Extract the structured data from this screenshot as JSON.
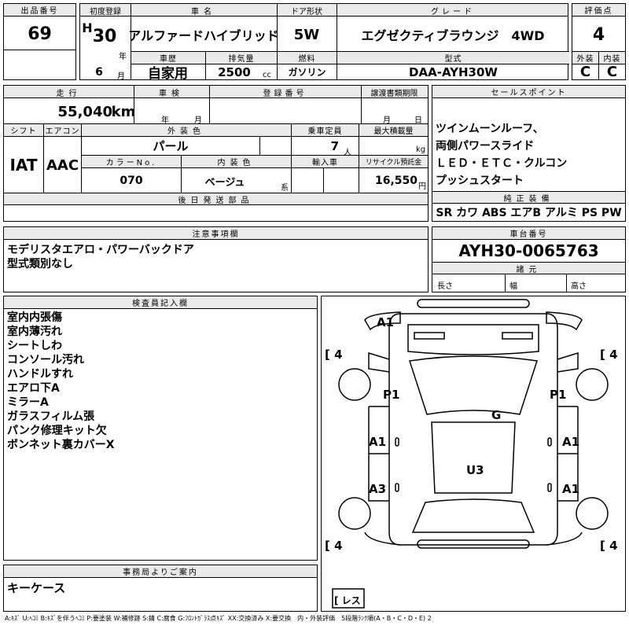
{
  "header": {
    "lot_label": "出品番号",
    "lot": "69",
    "first_reg_label": "初度登録",
    "era": "H",
    "year": "30",
    "year_unit": "年",
    "month": "6",
    "month_unit": "月",
    "car_name_label": "車名",
    "car_name": "アルファードハイブリッド",
    "door_label": "ドア形状",
    "door": "5W",
    "grade_label": "グレード",
    "grade": "エグゼクティブラウンジ　4WD",
    "score_label": "評価点",
    "score": "4",
    "history_label": "車歴",
    "history": "自家用",
    "displacement_label": "排気量",
    "displacement": "2500",
    "displacement_unit": "cc",
    "fuel_label": "燃料",
    "fuel": "ガソリン",
    "model_label": "型式",
    "model": "DAA-AYH30W",
    "exterior_label": "外装",
    "exterior": "C",
    "interior_label": "内装",
    "interior": "C"
  },
  "spec": {
    "mileage_label": "走行",
    "mileage": "55,040",
    "mileage_unit": "km",
    "inspection_label": "車検",
    "year_unit": "年",
    "month_unit": "月",
    "plate_label": "登録番号",
    "transfer_label": "譲渡書類期限",
    "shift_label": "シフト",
    "shift": "IAT",
    "ac_label": "エアコン",
    "ac": "AAC",
    "color_label": "外装色",
    "color": "パール",
    "capacity_label": "乗車定員",
    "capacity": "7",
    "capacity_unit": "人",
    "load_label": "最大積載量",
    "load_unit": "kg",
    "color_no_label": "カラーNo.",
    "color_no": "070",
    "interior_color_label": "内装色",
    "interior_color": "ベージュ",
    "interior_color_unit": "系",
    "import_label": "輸入車",
    "recycle_label": "リサイクル預託金",
    "recycle": "16,550",
    "recycle_unit": "円",
    "later_parts_label": "後日発送部品"
  },
  "sales": {
    "label": "セールスポイント",
    "lines": [
      "ツインムーンルーフ、",
      "両側パワースライド",
      "ＬＥＤ・ＥＴＣ・クルコン",
      "プッシュスタート"
    ],
    "equipment_label": "純正装備",
    "equipment": "SR カワ ABS エアB アルミ PS PW"
  },
  "notes": {
    "label": "注意事項欄",
    "lines": [
      "モデリスタエアロ・パワーバックドア",
      "型式類別なし"
    ]
  },
  "chassis": {
    "label": "車台番号",
    "number": "AYH30-0065763",
    "spec_label": "諸元",
    "length_label": "長さ",
    "width_label": "幅",
    "height_label": "高さ"
  },
  "inspector": {
    "label": "検査員記入欄",
    "lines": [
      "室内内張傷",
      "室内薄汚れ",
      "シートしわ",
      "コンソール汚れ",
      "ハンドルすれ",
      "エアロ下A",
      "ミラーA",
      "ガラスフィルム張",
      "パンク修理キット欠",
      "ボンネット裏カバーX"
    ]
  },
  "office": {
    "label": "事務局よりご案内",
    "text": "キーケース"
  },
  "diagram": {
    "marks": [
      "A1",
      "P1",
      "P1",
      "G",
      "A1",
      "A1",
      "U3",
      "A3",
      "A1"
    ],
    "tires": [
      "[ 4",
      "[ 4",
      "[ 4",
      "[ 4"
    ],
    "spare": "[ レス"
  },
  "legend": "A:ｷｽﾞ U:ﾍｺﾐ B:ｷｽﾞを伴うﾍｺﾐ P:要塗装 W:補修跡 S:錆 C:腐食 G:ﾌﾛﾝﾄｶﾞﾗｽ点ｷｽﾞ XX:交換済み X:要交換　内・外装評価　5段階ﾗﾝｸ順(A・B・C・D・E) 2"
}
